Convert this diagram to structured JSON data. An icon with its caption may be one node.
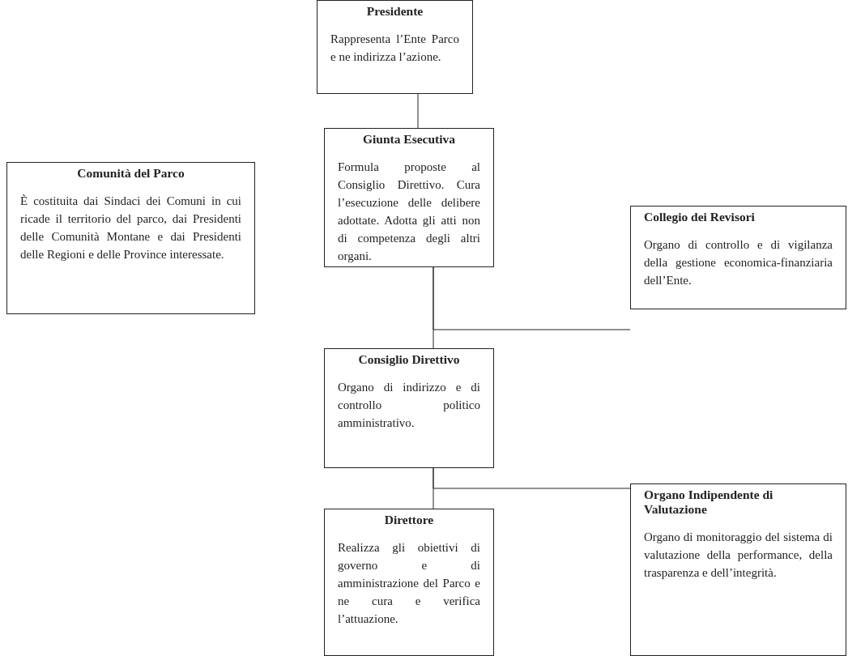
{
  "diagram": {
    "nodes": [
      {
        "text": [
          "Presidente",
          "Rappresenta l’Ente Parco e ne indirizza l’azione."
        ]
      },
      {
        "text": [
          "Comunità del Parco",
          "È costituita dai Sindaci dei Comuni in cui ricade il territorio del parco, dai Presidenti delle Comunità Montane e dai Presidenti delle Regioni e delle Province interessate."
        ]
      },
      {
        "text": [
          "Giunta Esecutiva",
          "Formula proposte al Consiglio Direttivo. Cura l’esecuzione delle delibere adottate. Adotta gli atti non di competenza degli altri organi."
        ]
      },
      {
        "text": [
          "Collegio dei Revisori",
          "Organo di controllo e di vigilanza della gestione economica-finanziaria dell’Ente."
        ]
      },
      {
        "text": [
          "Consiglio Direttivo",
          "Organo di indirizzo e di controllo politico amministrativo."
        ]
      },
      {
        "text": [
          "Organo Indipendente di Valutazione",
          "Organo di monitoraggio del sistema di valutazione della performance, della trasparenza e dell’integrità."
        ]
      },
      {
        "text": [
          "Direttore",
          "Realizza gli obiettivi di governo e di amministrazione del Parco e ne cura e verifica l’attuazione."
        ]
      }
    ],
    "edges": [
      {
        "from": 0,
        "to": 2,
        "arrow": "none"
      },
      {
        "from": 2,
        "to": 4,
        "arrow": "none"
      },
      {
        "from": 2,
        "to": 3,
        "arrow": "none"
      },
      {
        "from": 4,
        "to": 6,
        "arrow": "none"
      },
      {
        "from": 4,
        "to": 5,
        "arrow": "none"
      }
    ]
  }
}
